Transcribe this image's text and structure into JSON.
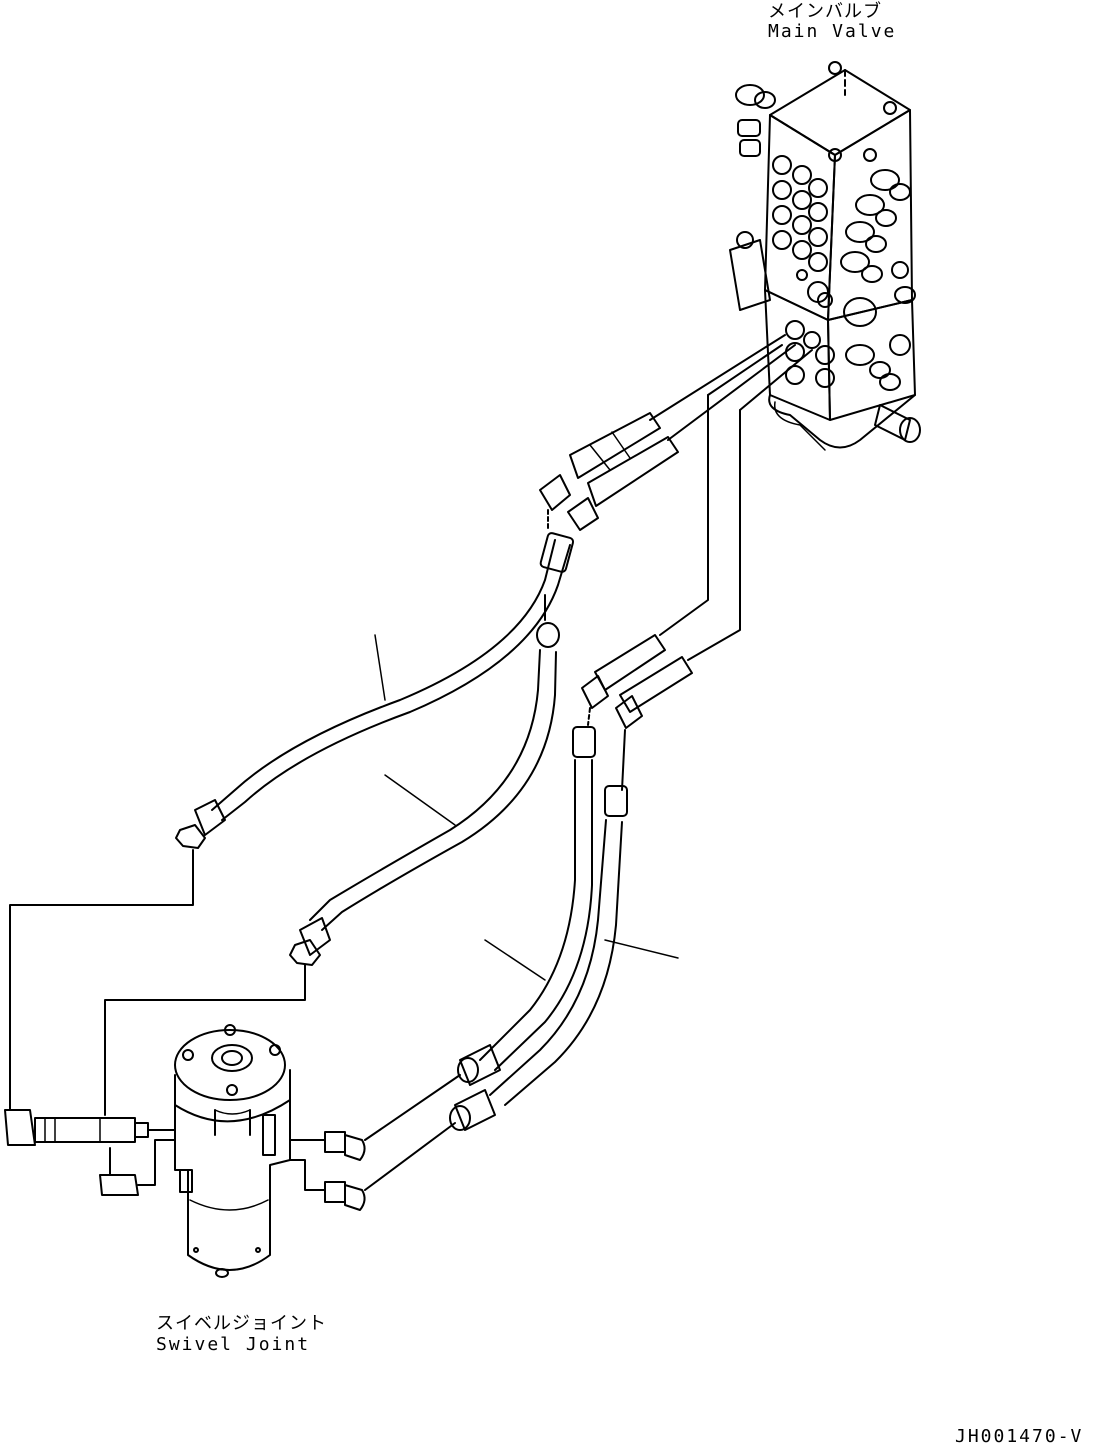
{
  "labels": {
    "main_valve_jp": "メインバルブ",
    "main_valve_en": "Main Valve",
    "swivel_joint_jp": "スイベルジョイント",
    "swivel_joint_en": "Swivel Joint",
    "drawing_code": "JH001470-V"
  },
  "colors": {
    "line": "#000000",
    "background": "#ffffff"
  }
}
